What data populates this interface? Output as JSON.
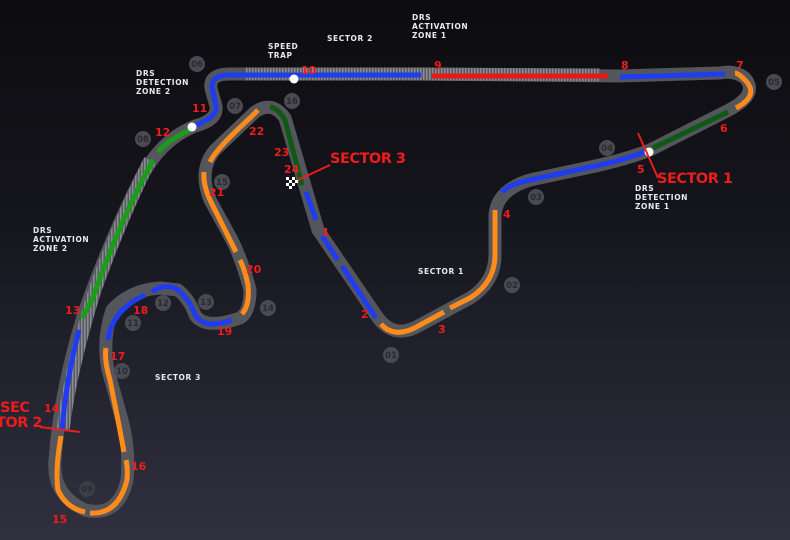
{
  "map": {
    "title": "Circuit map",
    "colors": {
      "track": "#55555c",
      "slow": "#ff8c1a",
      "medium": "#1f3cf0",
      "fast_green": "#1a9e1a",
      "dark_green": "#0d5a14",
      "full_throttle": "#e81818",
      "label_red": "#ee1c1c",
      "label_white": "#e8e8ee"
    },
    "labels": {
      "speed_trap": [
        "SPEED",
        "TRAP"
      ],
      "sector2_top": "SECTOR 2",
      "drs_activation_1": [
        "DRS",
        "ACTIVATION",
        "ZONE 1"
      ],
      "drs_detection_2": [
        "DRS",
        "DETECTION",
        "ZONE 2"
      ],
      "drs_activation_2": [
        "DRS",
        "ACTIVATION",
        "ZONE 2"
      ],
      "drs_detection_1": [
        "DRS",
        "DETECTION",
        "ZONE 1"
      ],
      "sector1_inner": "SECTOR 1",
      "sector3_inner": "SECTOR 3"
    },
    "sector_markers": {
      "sector1": "SECTOR 1",
      "sector2": [
        "SEC",
        "TOR 2"
      ],
      "sector3": "SECTOR 3"
    },
    "turns": [
      "1",
      "2",
      "3",
      "4",
      "5",
      "6",
      "7",
      "8",
      "9",
      "10",
      "11",
      "12",
      "13",
      "14",
      "15",
      "16",
      "17",
      "18",
      "19",
      "20",
      "21",
      "22",
      "23",
      "24"
    ],
    "corner_badges": [
      "01",
      "02",
      "03",
      "04",
      "05",
      "06",
      "07",
      "08",
      "09",
      "10",
      "11",
      "12",
      "13",
      "14",
      "15",
      "16"
    ]
  }
}
